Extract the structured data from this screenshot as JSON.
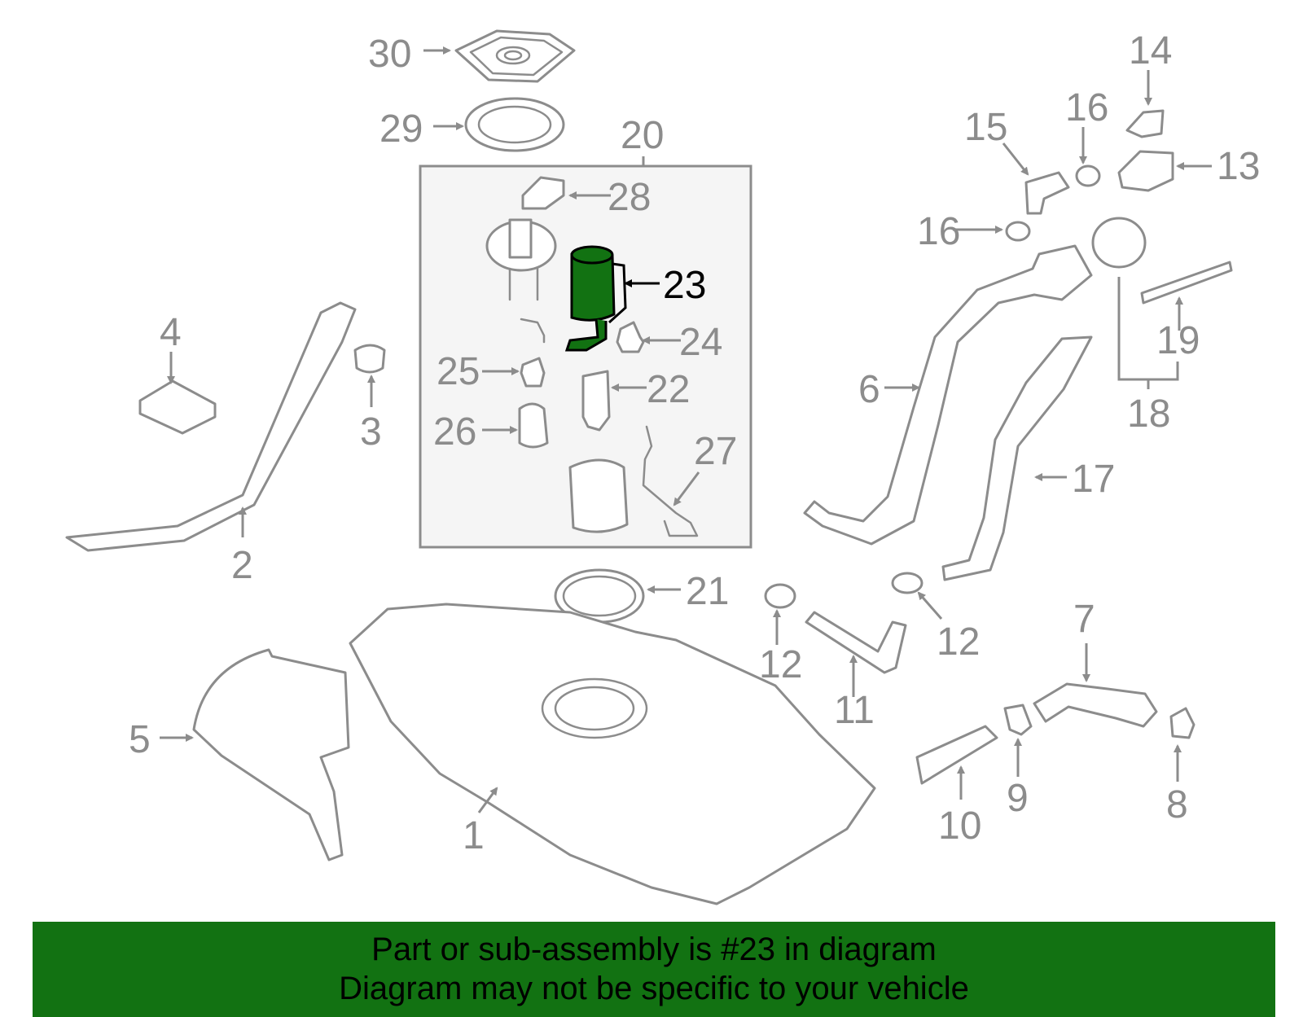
{
  "diagram": {
    "highlight_color": "#127212",
    "line_color": "#8c8c8c",
    "highlighted_part": "23",
    "callouts": [
      "1",
      "2",
      "3",
      "4",
      "5",
      "6",
      "7",
      "8",
      "9",
      "10",
      "11",
      "12",
      "12",
      "13",
      "14",
      "15",
      "16",
      "16",
      "17",
      "18",
      "19",
      "20",
      "21",
      "22",
      "23",
      "24",
      "25",
      "26",
      "27",
      "28",
      "29",
      "30"
    ]
  },
  "labels": {
    "c1": "1",
    "c2": "2",
    "c3": "3",
    "c4": "4",
    "c5": "5",
    "c6": "6",
    "c7": "7",
    "c8": "8",
    "c9": "9",
    "c10": "10",
    "c11": "11",
    "c12a": "12",
    "c12b": "12",
    "c13": "13",
    "c14": "14",
    "c15": "15",
    "c16a": "16",
    "c16b": "16",
    "c17": "17",
    "c18": "18",
    "c19": "19",
    "c20": "20",
    "c21": "21",
    "c22": "22",
    "c23": "23",
    "c24": "24",
    "c25": "25",
    "c26": "26",
    "c27": "27",
    "c28": "28",
    "c29": "29",
    "c30": "30"
  },
  "footer": {
    "line1": "Part or sub-assembly is #23 in diagram",
    "line2": "Diagram may not be specific to your vehicle",
    "background": "#127212"
  }
}
